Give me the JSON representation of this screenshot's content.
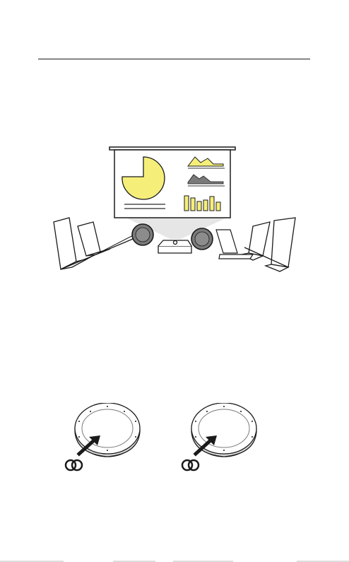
{
  "page": {
    "header_rule": true
  },
  "illustrations": {
    "meeting_room": {
      "icon": "conference-room-with-projector-illustration"
    },
    "speaker_left": {
      "icon": "speakerphone-link-pairing-illustration"
    },
    "speaker_right": {
      "icon": "speakerphone-link-pairing-illustration"
    }
  },
  "colors": {
    "accent_yellow": "#f5ef7a",
    "line": "#1a1a1a",
    "grey": "#7a7a7a",
    "light_grey": "#d9d9d9"
  }
}
